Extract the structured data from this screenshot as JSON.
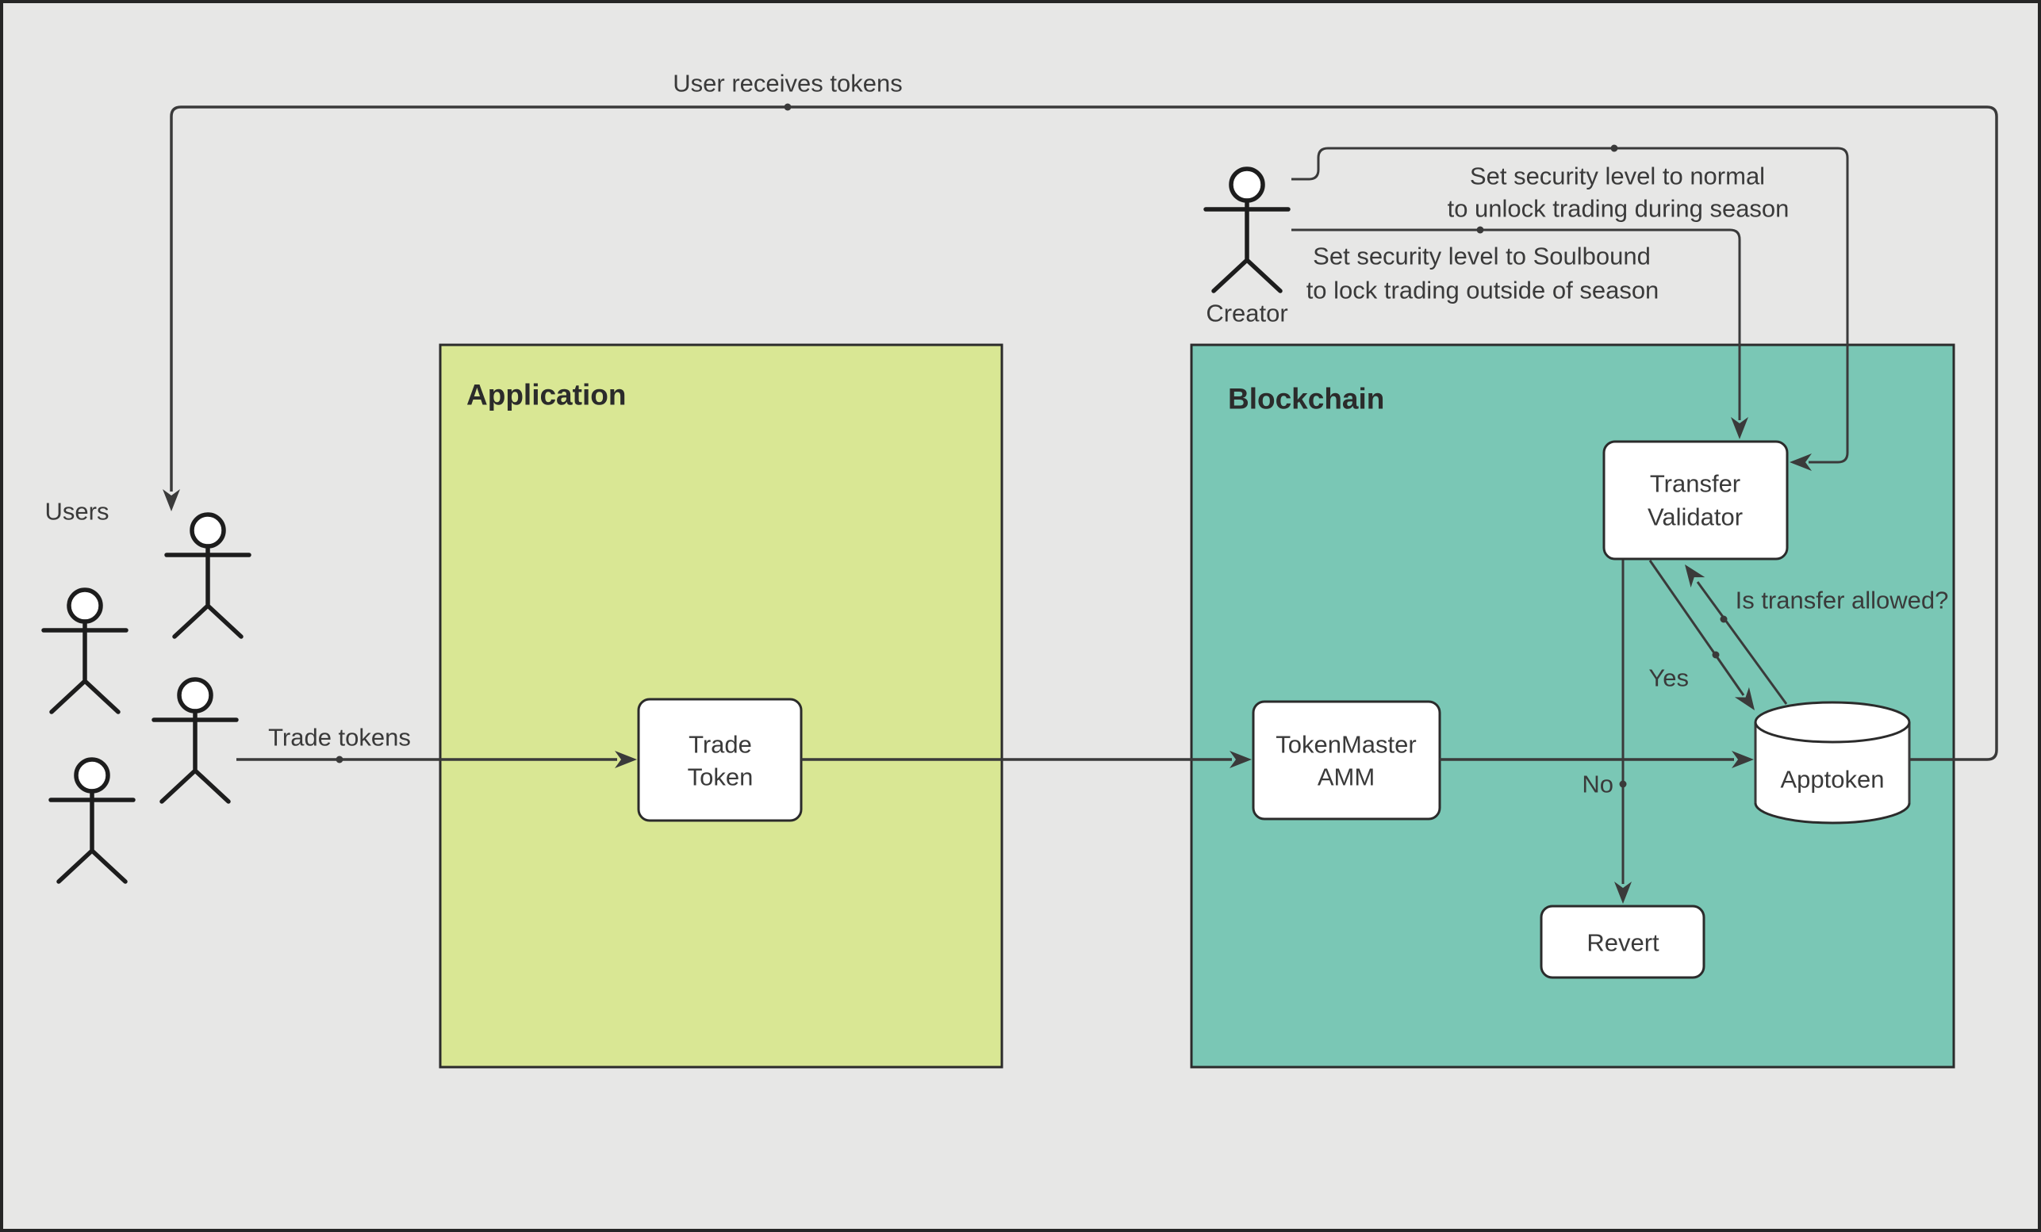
{
  "colors": {
    "background": "#e7e7e6",
    "frame_border": "#262626",
    "application_fill": "#d9e794",
    "blockchain_fill": "#7ac7b5",
    "node_fill": "#ffffff",
    "node_border": "#2b2b2b",
    "line": "#3a3a3a",
    "text": "#3a3a3a"
  },
  "containers": {
    "application": {
      "label": "Application"
    },
    "blockchain": {
      "label": "Blockchain"
    }
  },
  "actors": {
    "users": {
      "label": "Users",
      "figure_count": 4
    },
    "creator": {
      "label": "Creator"
    }
  },
  "nodes": {
    "trade_token": {
      "line1": "Trade",
      "line2": "Token"
    },
    "token_master_amm": {
      "line1": "TokenMaster",
      "line2": "AMM"
    },
    "transfer_validator": {
      "line1": "Transfer",
      "line2": "Validator"
    },
    "apptoken": {
      "label": "Apptoken"
    },
    "revert": {
      "label": "Revert"
    }
  },
  "edges": {
    "user_receives_tokens": {
      "label": "User receives tokens"
    },
    "trade_tokens": {
      "label": "Trade tokens"
    },
    "set_normal": {
      "line1": "Set security level to normal",
      "line2": "to unlock trading during season"
    },
    "set_soulbound": {
      "line1": "Set security level to Soulbound",
      "line2": "to lock trading outside of season"
    },
    "is_transfer_allowed": {
      "label": "Is transfer allowed?"
    },
    "yes": {
      "label": "Yes"
    },
    "no": {
      "label": "No"
    }
  }
}
